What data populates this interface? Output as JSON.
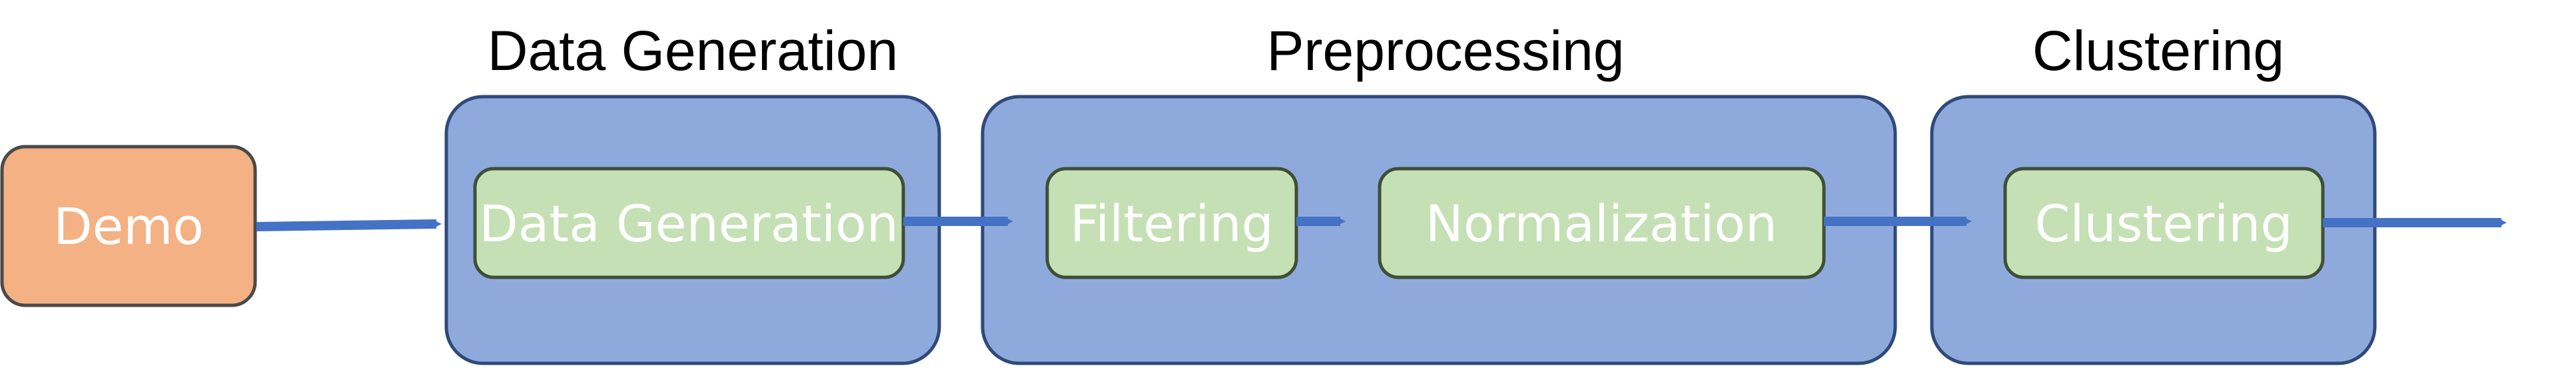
{
  "colors": {
    "stage_fill": "#8eaadc",
    "stage_stroke": "#2f4a7a",
    "step_fill": "#c5e0b4",
    "step_stroke": "#3f4f37",
    "demo_fill": "#f4b183",
    "demo_stroke": "#4a4a4a",
    "arrow": "#4472c4",
    "label_text": "#ffffff",
    "title_text": "#000000"
  },
  "input": {
    "label": "Demo"
  },
  "stages": [
    {
      "title": "Data Generation",
      "steps": [
        {
          "label": "Data Generation"
        }
      ]
    },
    {
      "title": "Preprocessing",
      "steps": [
        {
          "label": "Filtering"
        },
        {
          "label": "Normalization"
        }
      ]
    },
    {
      "title": "Clustering",
      "steps": [
        {
          "label": "Clustering"
        }
      ]
    }
  ]
}
